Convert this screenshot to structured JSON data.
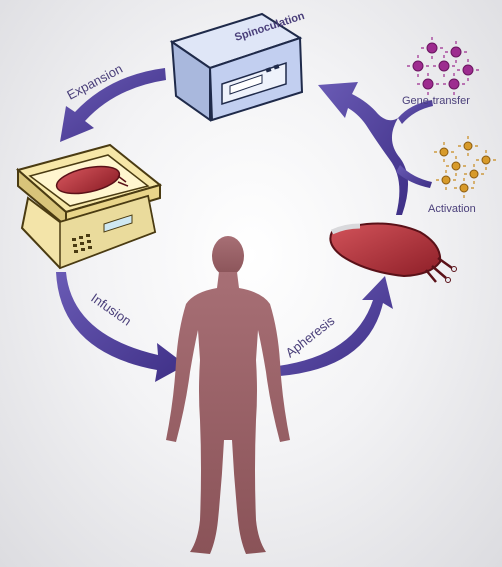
{
  "labels": {
    "spinoculation": "Spinoculation",
    "expansion": "Expansion",
    "infusion": "Infusion",
    "apheresis": "Apheresis",
    "gene_transfer": "Gene-transfer",
    "activation": "Activation"
  },
  "colors": {
    "arrow": "#4f3f97",
    "arrow_light": "#7c6fc0",
    "human": "#9b6369",
    "blood_bag": "#b8343c",
    "device_blue": "#c7d3ee",
    "incubator_cream": "#f6e7a8",
    "virus": "#9d2c8f",
    "activator": "#c88a1e"
  },
  "icons": [
    "spinoculation-device-icon",
    "incubator-scale-icon",
    "human-silhouette-icon",
    "blood-bag-icon",
    "virus-particles-icon",
    "activator-beads-icon"
  ]
}
